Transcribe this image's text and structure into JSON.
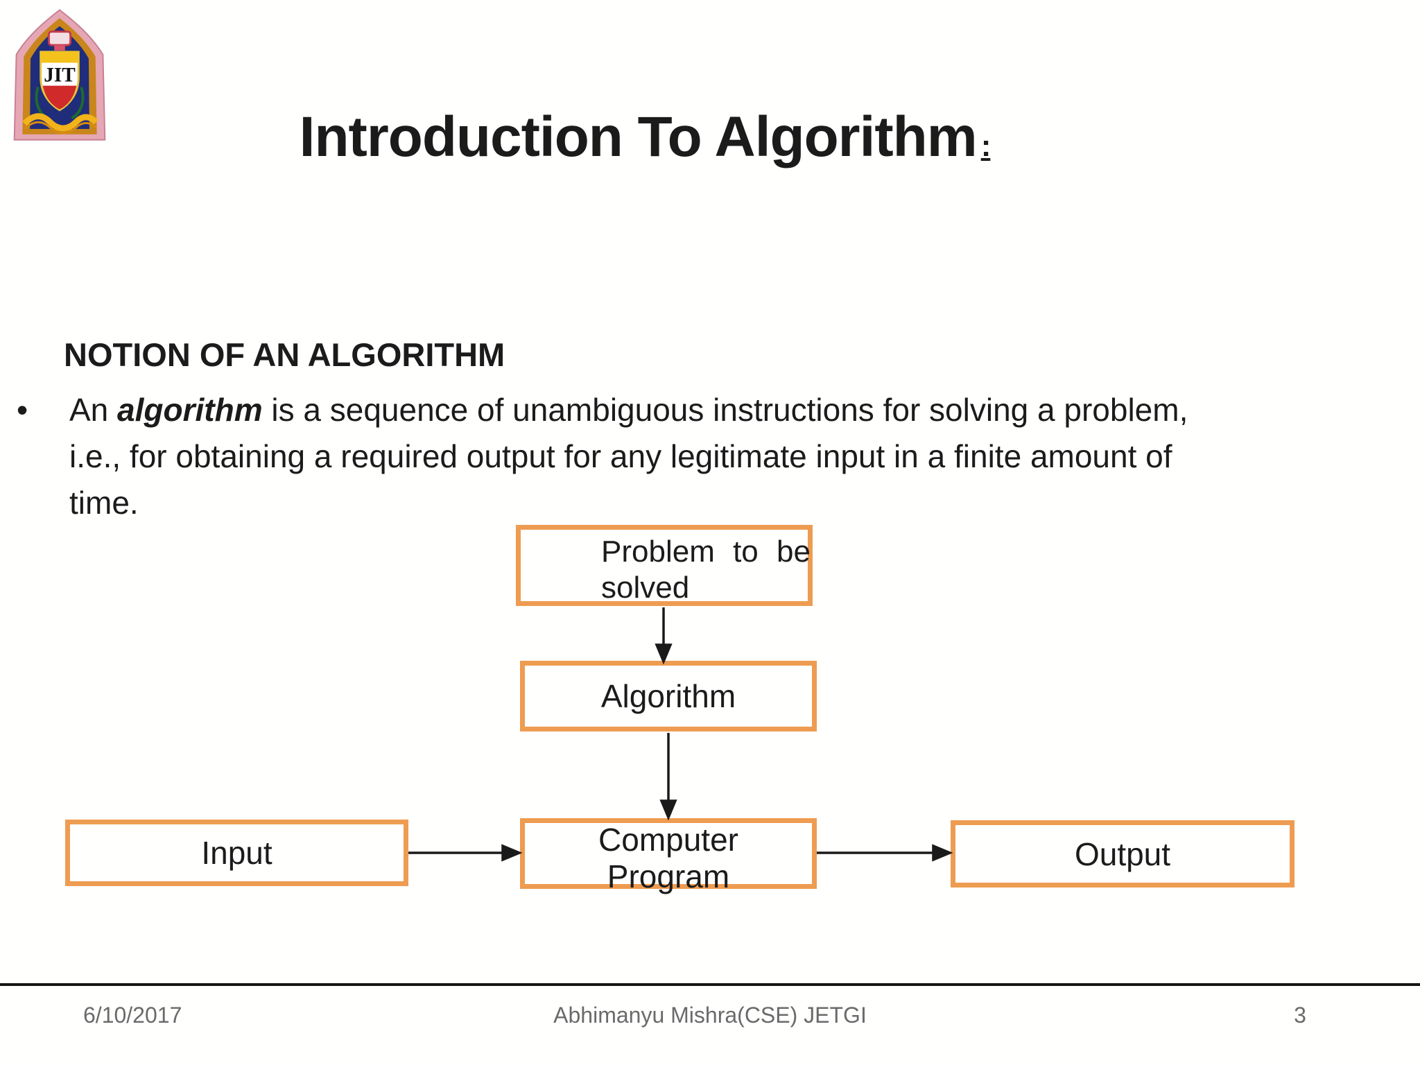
{
  "colors": {
    "accent_box_border": "#EE9C51",
    "ink": "#1b1b1b",
    "footer_gray": "#6a6a6a",
    "logo_pink": "#e6a7b4",
    "logo_gold": "#c8861c",
    "logo_navy": "#1f2d7a",
    "logo_yellow": "#f2b31b",
    "logo_red": "#d02a2a"
  },
  "header": {
    "title": "Introduction To Algorithm",
    "title_colon": ":"
  },
  "logo": {
    "alt": "JIT institute emblem",
    "monogram": "JIT"
  },
  "content": {
    "section_heading": "NOTION OF AN ALGORITHM",
    "bullet": {
      "marker": "•",
      "line1_pre": "An ",
      "line1_emphasis": "algorithm",
      "line1_post": " is a sequence of unambiguous instructions for solving a problem,",
      "line2": "i.e., for obtaining a required output for any legitimate input in a finite amount of",
      "line3": "time."
    }
  },
  "flowchart": {
    "problem_box_line1": "Problem to be",
    "problem_box_line2": "solved",
    "algorithm_box": "Algorithm",
    "computer_box_line1": "Computer",
    "computer_box_line2": "Program",
    "input_box": "Input",
    "output_box": "Output"
  },
  "footer": {
    "date": "6/10/2017",
    "credit": "Abhimanyu Mishra(CSE) JETGI",
    "page_number": "3"
  }
}
